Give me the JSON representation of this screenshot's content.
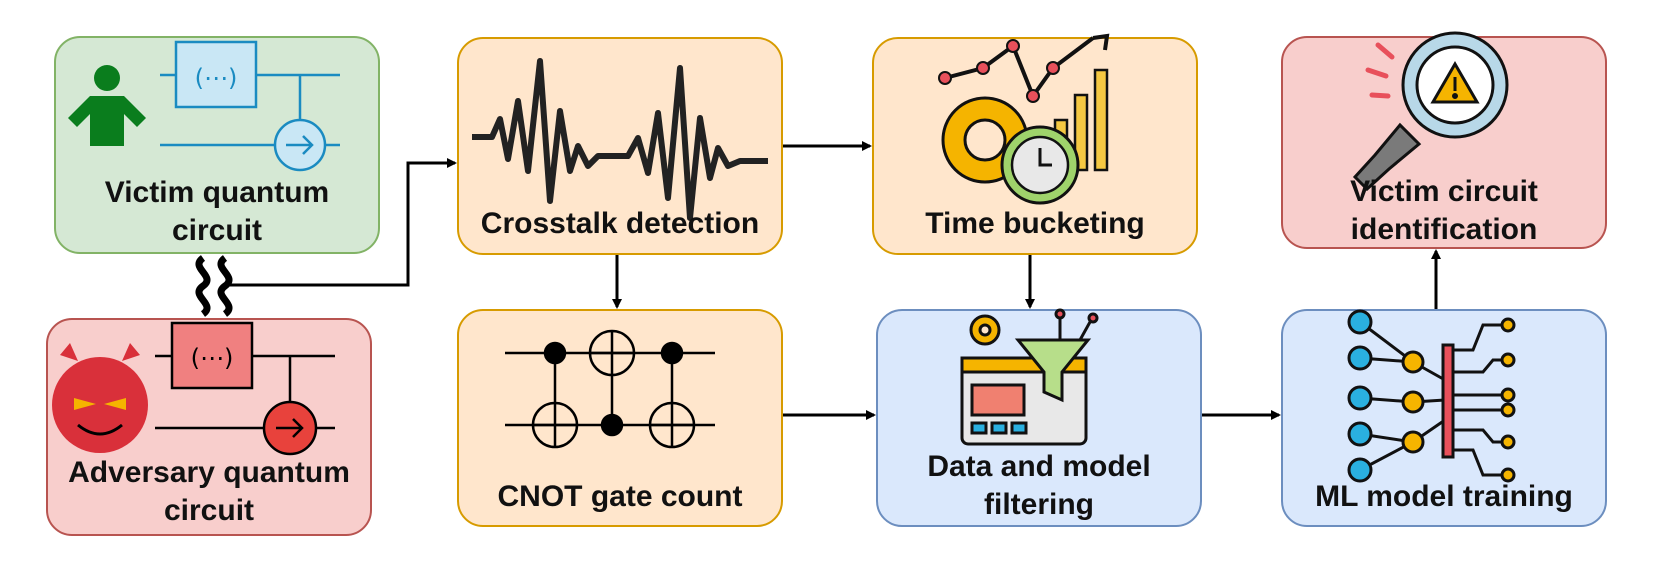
{
  "boxes": {
    "victim": "Victim quantum\ncircuit",
    "adversary": "Adversary quantum\ncircuit",
    "crosstalk": "Crosstalk detection",
    "cnot": "CNOT gate count",
    "bucketing": "Time bucketing",
    "filtering": "Data and model\nfiltering",
    "training": "ML model training",
    "identification": "Victim circuit\nidentification"
  },
  "gate_label": "(⋯)",
  "icons": [
    "person-icon",
    "devil-icon",
    "waveform-icon",
    "cnot-circuit-icon",
    "gear-clock-chart-icon",
    "filter-dashboard-icon",
    "neural-network-icon",
    "magnifier-warning-icon"
  ],
  "colors": {
    "green": "#d5e8d4",
    "red": "#f8cecc",
    "orange": "#ffe6cc",
    "blue": "#dae8fc"
  }
}
